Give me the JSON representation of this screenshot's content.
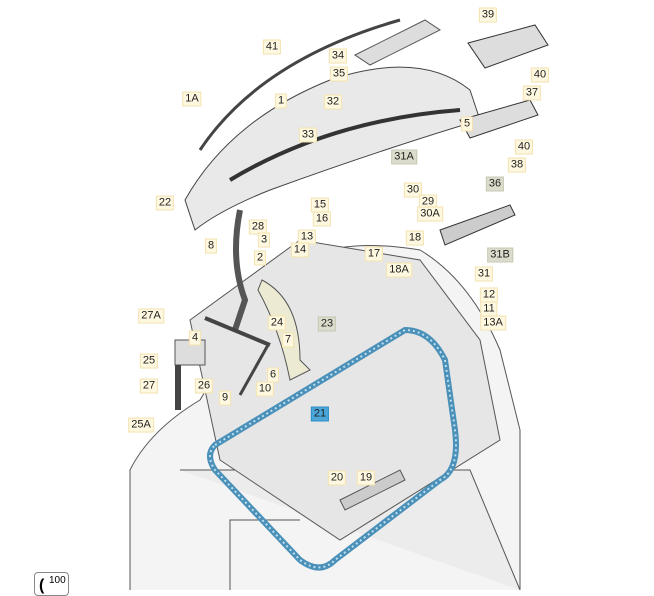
{
  "diagram": {
    "title": "Boot lid / luggage compartment parts",
    "labels": [
      "41",
      "34",
      "35",
      "1",
      "32",
      "33",
      "39",
      "40",
      "37",
      "5",
      "40",
      "38",
      "31A",
      "36",
      "30",
      "29",
      "30A",
      "1A",
      "22",
      "15",
      "16",
      "28",
      "3",
      "13",
      "14",
      "8",
      "2",
      "17",
      "18",
      "18A",
      "31B",
      "31",
      "12",
      "11",
      "13A",
      "27A",
      "23",
      "24",
      "4",
      "7",
      "25",
      "6",
      "27",
      "26",
      "10",
      "9",
      "21",
      "25A",
      "20",
      "19"
    ],
    "highlight_colors": {
      "gray": "#dcdccc",
      "blue": "#4aa6d8",
      "seal": "#4a90b8"
    }
  },
  "badge": {
    "value": "100",
    "icon": "phone-icon"
  }
}
